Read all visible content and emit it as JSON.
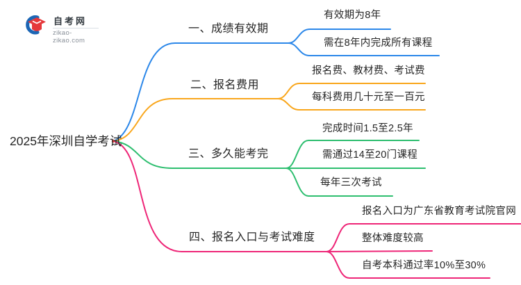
{
  "logo": {
    "title": "自考网",
    "subtitle": "zikao-zikao.com",
    "icon": "graduation-cap"
  },
  "colors": {
    "blue": "#2B87E9",
    "orange": "#F9A61B",
    "green": "#2DBE6F",
    "pink": "#EE2577",
    "text": "#262626",
    "root_dot": "#CE3E39",
    "logo_red": "#E5383B",
    "logo_blue": "#1C66B5"
  },
  "root": {
    "label": "2025年深圳自学考试"
  },
  "branches": [
    {
      "label": "一、成绩有效期",
      "color": "#2B87E9",
      "children": [
        "有效期为8年",
        "需在8年内完成所有课程"
      ]
    },
    {
      "label": "二、报名费用",
      "color": "#F9A61B",
      "children": [
        "报名费、教材费、考试费",
        "每科费用几十元至一百元"
      ]
    },
    {
      "label": "三、多久能考完",
      "color": "#2DBE6F",
      "children": [
        "完成时间1.5至2.5年",
        "需通过14至20门课程",
        "每年三次考试"
      ]
    },
    {
      "label": "四、报名入口与考试难度",
      "color": "#EE2577",
      "children": [
        "报名入口为广东省教育考试院官网",
        "整体难度较高",
        "自考本科通过率10%至30%"
      ]
    }
  ]
}
